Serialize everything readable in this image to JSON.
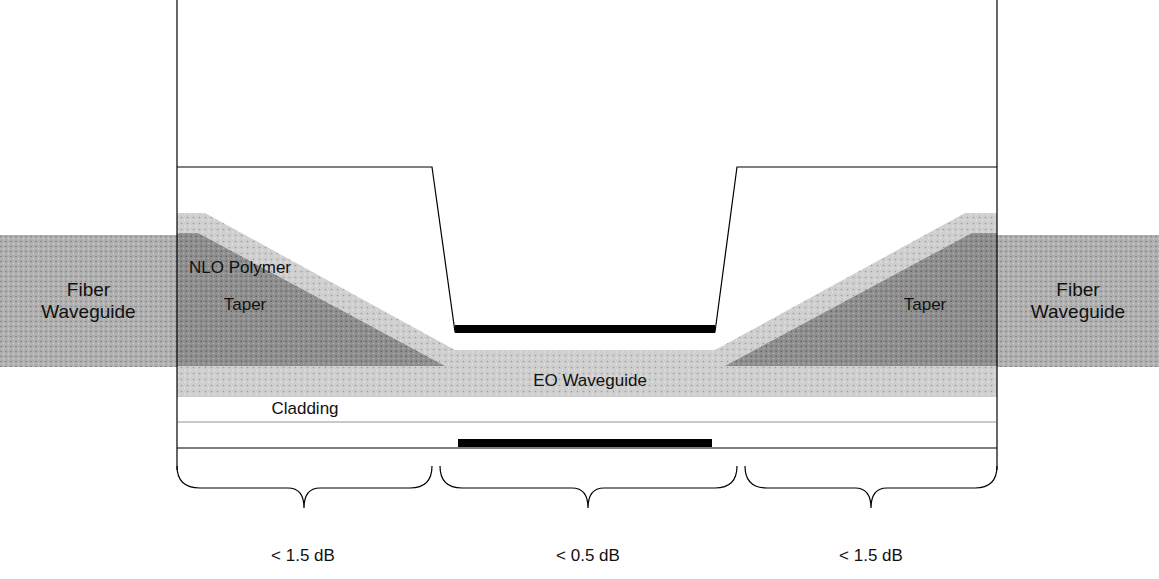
{
  "diagram": {
    "nodes": [
      {
        "text": [
          "Fiber Waveguide"
        ]
      },
      {
        "text": [
          "Fiber Waveguide"
        ]
      }
    ],
    "labels": [
      "NLO Polymer",
      "Taper",
      "EO Waveguide",
      "Taper",
      "Cladding",
      "< 1.5 dB",
      "< 0.5 dB",
      "< 1.5 dB"
    ]
  }
}
